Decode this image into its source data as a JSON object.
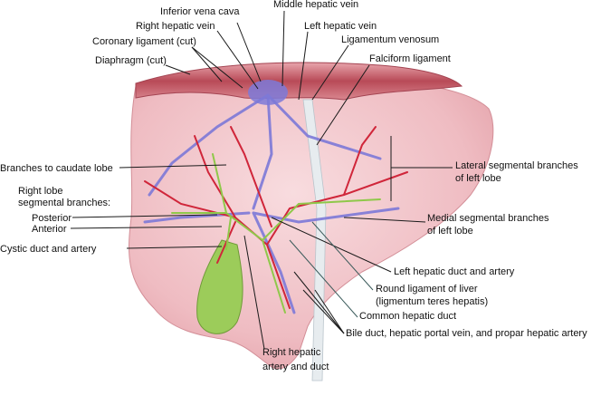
{
  "labels": {
    "inferior_vena_cava": "Inferior vena cava",
    "middle_hepatic_vein": "Middle hepatic vein",
    "right_hepatic_vein": "Right hepatic vein",
    "left_hepatic_vein": "Left hepatic vein",
    "coronary_ligament": "Coronary ligament (cut)",
    "ligamentum_venosum": "Ligamentum venosum",
    "diaphragm": "Diaphragm (cut)",
    "falciform_ligament": "Falciform ligament",
    "branches_caudate": "Branches to caudate lobe",
    "lateral_segmental_1": "Lateral segmental branches",
    "lateral_segmental_2": "of left lobe",
    "right_lobe_1": "Right lobe",
    "right_lobe_2": "segmental branches:",
    "posterior": "Posterior",
    "anterior": "Anterior",
    "medial_segmental_1": "Medial segmental branches",
    "medial_segmental_2": "of left lobe",
    "cystic_duct": "Cystic duct and artery",
    "left_hepatic_duct": "Left hepatic duct and artery",
    "round_ligament_1": "Round ligament of liver",
    "round_ligament_2": "(ligmentum teres hepatis)",
    "common_hepatic_duct": "Common hepatic duct",
    "bile_duct": "Bile duct, hepatic portal vein, and propar hepatic artery",
    "right_hepatic_artery_1": "Right hepatic",
    "right_hepatic_artery_2": "artery and duct"
  },
  "colors": {
    "liver": "#f2c4c8",
    "diaphragm": "#c9606a",
    "vein": "#7d79d8",
    "artery": "#d0263a",
    "duct": "#8fc84a",
    "gallbladder": "#9ccc5a"
  }
}
